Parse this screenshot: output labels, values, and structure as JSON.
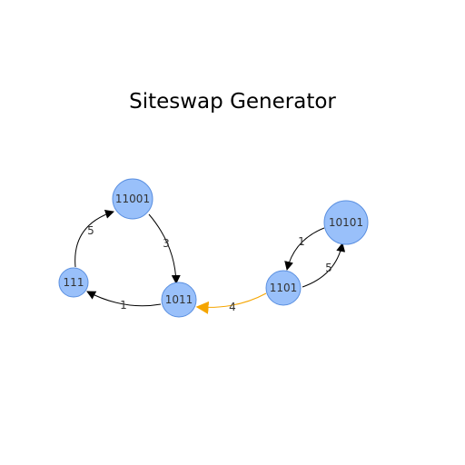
{
  "title": "Siteswap Generator",
  "colors": {
    "node_fill": "#99c0fa",
    "node_stroke": "#5a8fe0",
    "edge_default": "#000000",
    "edge_highlight": "#f5a500"
  },
  "nodes": [
    {
      "id": "n11001",
      "label": "11001"
    },
    {
      "id": "n111",
      "label": "111"
    },
    {
      "id": "n1011",
      "label": "1011"
    },
    {
      "id": "n1101",
      "label": "1101"
    },
    {
      "id": "n10101",
      "label": "10101"
    }
  ],
  "edges": [
    {
      "from": "n111",
      "to": "n11001",
      "label": "5",
      "highlight": false
    },
    {
      "from": "n11001",
      "to": "n1011",
      "label": "3",
      "highlight": false
    },
    {
      "from": "n1011",
      "to": "n111",
      "label": "1",
      "highlight": false
    },
    {
      "from": "n1101",
      "to": "n1011",
      "label": "4",
      "highlight": true
    },
    {
      "from": "n10101",
      "to": "n1101",
      "label": "1",
      "highlight": false
    },
    {
      "from": "n1101",
      "to": "n10101",
      "label": "5",
      "highlight": false
    }
  ]
}
